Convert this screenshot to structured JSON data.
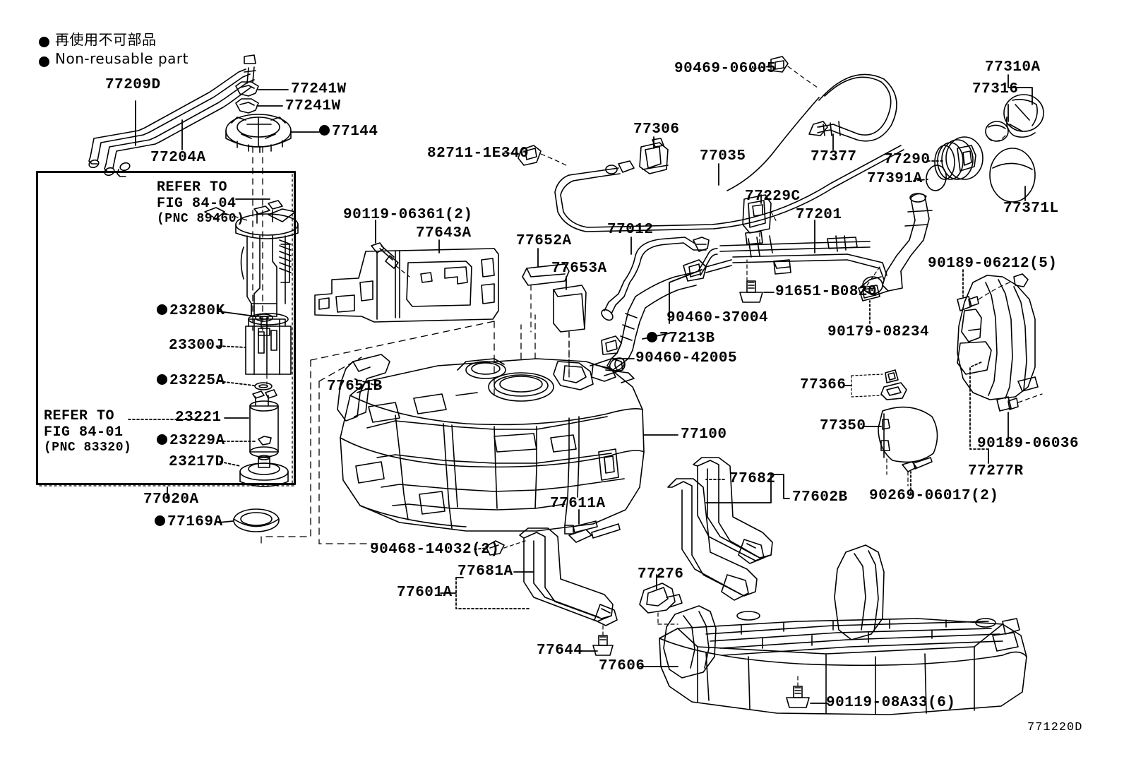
{
  "diagram": {
    "id_code": "771220D",
    "legend": {
      "japanese": "再使用不可部品",
      "english": "Non-reusable part"
    },
    "inset": {
      "refer_top": {
        "line1": "REFER TO",
        "line2": "FIG 84-04",
        "line3": "(PNC 89460)"
      },
      "refer_bottom": {
        "line1": "REFER TO",
        "line2": "FIG 84-01",
        "line3": "(PNC 83320)"
      },
      "parts": [
        {
          "number": "23280K",
          "nonreusable": true
        },
        {
          "number": "23300J",
          "nonreusable": false
        },
        {
          "number": "23225A",
          "nonreusable": true
        },
        {
          "number": "23221",
          "nonreusable": false
        },
        {
          "number": "23229A",
          "nonreusable": true
        },
        {
          "number": "23217D",
          "nonreusable": false
        }
      ],
      "assembly_label": "77020A"
    },
    "callouts": [
      {
        "number": "77209D",
        "nonreusable": false
      },
      {
        "number": "77204A",
        "nonreusable": false
      },
      {
        "number": "77241W",
        "nonreusable": false
      },
      {
        "number": "77241W",
        "nonreusable": false
      },
      {
        "number": "77144",
        "nonreusable": true
      },
      {
        "number": "77169A",
        "nonreusable": true
      },
      {
        "number": "90119-06361(2)",
        "nonreusable": false
      },
      {
        "number": "77643A",
        "nonreusable": false
      },
      {
        "number": "77652A",
        "nonreusable": false
      },
      {
        "number": "77653A",
        "nonreusable": false
      },
      {
        "number": "82711-1E340",
        "nonreusable": false
      },
      {
        "number": "77306",
        "nonreusable": false
      },
      {
        "number": "77035",
        "nonreusable": false
      },
      {
        "number": "77012",
        "nonreusable": false
      },
      {
        "number": "90469-06005",
        "nonreusable": false
      },
      {
        "number": "77377",
        "nonreusable": false
      },
      {
        "number": "77310A",
        "nonreusable": false
      },
      {
        "number": "77316",
        "nonreusable": false
      },
      {
        "number": "77290",
        "nonreusable": false
      },
      {
        "number": "77391A",
        "nonreusable": false
      },
      {
        "number": "77371L",
        "nonreusable": false
      },
      {
        "number": "77229C",
        "nonreusable": false
      },
      {
        "number": "77201",
        "nonreusable": false
      },
      {
        "number": "90189-06212(5)",
        "nonreusable": false
      },
      {
        "number": "91651-B0820",
        "nonreusable": false
      },
      {
        "number": "90179-08234",
        "nonreusable": false
      },
      {
        "number": "90460-37004",
        "nonreusable": false
      },
      {
        "number": "77213B",
        "nonreusable": true
      },
      {
        "number": "90460-42005",
        "nonreusable": false
      },
      {
        "number": "77651B",
        "nonreusable": false
      },
      {
        "number": "77100",
        "nonreusable": false
      },
      {
        "number": "77366",
        "nonreusable": false
      },
      {
        "number": "77350",
        "nonreusable": false
      },
      {
        "number": "90189-06036",
        "nonreusable": false
      },
      {
        "number": "77277R",
        "nonreusable": false
      },
      {
        "number": "90269-06017(2)",
        "nonreusable": false
      },
      {
        "number": "77682",
        "nonreusable": false
      },
      {
        "number": "77602B",
        "nonreusable": false
      },
      {
        "number": "77611A",
        "nonreusable": false
      },
      {
        "number": "90468-14032(2)",
        "nonreusable": false
      },
      {
        "number": "77681A",
        "nonreusable": false
      },
      {
        "number": "77601A",
        "nonreusable": false
      },
      {
        "number": "77644",
        "nonreusable": false
      },
      {
        "number": "77276",
        "nonreusable": false
      },
      {
        "number": "77606",
        "nonreusable": false
      },
      {
        "number": "90119-08A33(6)",
        "nonreusable": false
      }
    ]
  }
}
